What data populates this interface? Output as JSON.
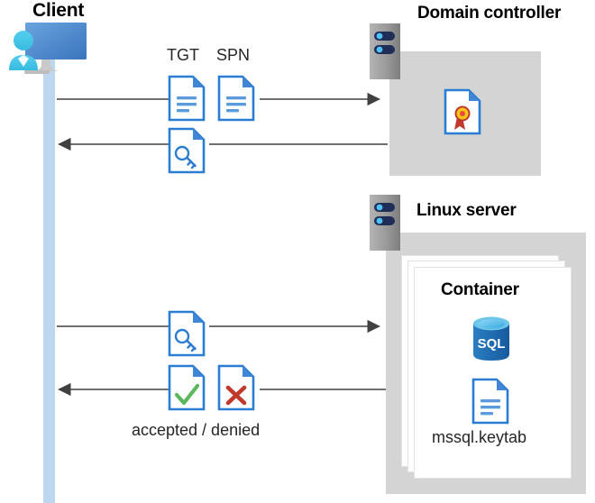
{
  "diagram": {
    "title_client": "Client",
    "title_domain_controller": "Domain controller",
    "title_linux_server": "Linux server",
    "title_container": "Container",
    "label_tgt": "TGT",
    "label_spn": "SPN",
    "label_keytab_file": "mssql.keytab",
    "label_accepted_denied": "accepted / denied"
  },
  "icons": {
    "client": "client-computer-user-icon",
    "server_rack": "server-rack-icon",
    "certificate": "certificate-document-icon",
    "ticket": "ticket-document-icon",
    "key": "key-document-icon",
    "accepted": "checkmark-document-icon",
    "denied": "x-mark-document-icon",
    "sql": "sql-database-icon",
    "keytab": "keytab-document-icon"
  },
  "flows": [
    {
      "id": "client-to-dc-request",
      "direction": "right",
      "from": "Client",
      "to": "Domain controller",
      "payload": "TGT / SPN"
    },
    {
      "id": "dc-to-client-ticket",
      "direction": "left",
      "from": "Domain controller",
      "to": "Client",
      "payload": "service ticket"
    },
    {
      "id": "client-to-linux-ticket",
      "direction": "right",
      "from": "Client",
      "to": "Linux server",
      "payload": "service ticket"
    },
    {
      "id": "linux-to-client-result",
      "direction": "left",
      "from": "Linux server",
      "to": "Client",
      "payload": "accepted / denied"
    }
  ],
  "colors": {
    "panel_gray": "#d4d4d4",
    "lifeline_blue": "#bdd7f0",
    "doc_blue": "#2b7cd3",
    "arrow_gray": "#404040",
    "accept_green": "#5cb85c",
    "deny_red": "#c0392b",
    "sql_blue": "#1d6fb8",
    "cert_gold": "#f5c518",
    "server_gray": "#8e8e8e",
    "server_navy": "#1f2d57"
  }
}
